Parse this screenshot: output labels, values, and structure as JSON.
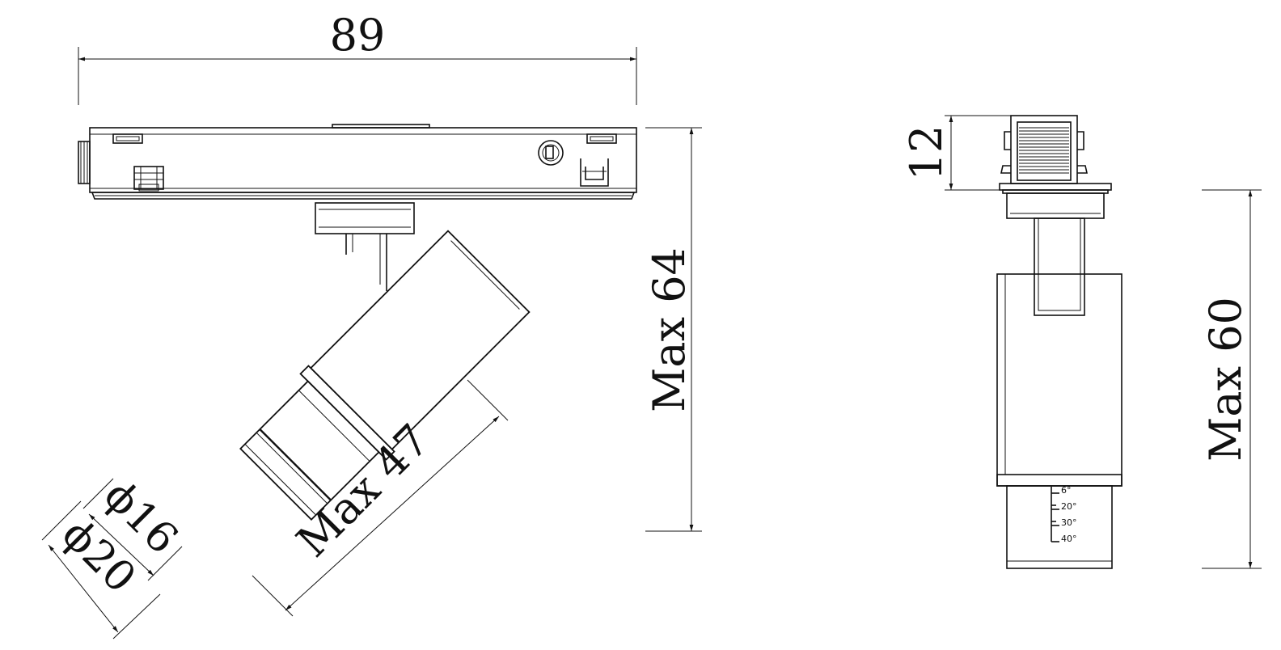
{
  "front_view": {
    "width_label": "89",
    "height_label": "Max 64",
    "reach_label": "Max 47",
    "outer_diameter_label": "ϕ20",
    "inner_diameter_label": "ϕ16"
  },
  "side_view": {
    "adapter_height_label": "12",
    "height_label": "Max 60",
    "beam_angles": [
      "6°",
      "20°",
      "30°",
      "40°"
    ]
  },
  "colors": {
    "line": "#111111",
    "background": "#ffffff"
  }
}
